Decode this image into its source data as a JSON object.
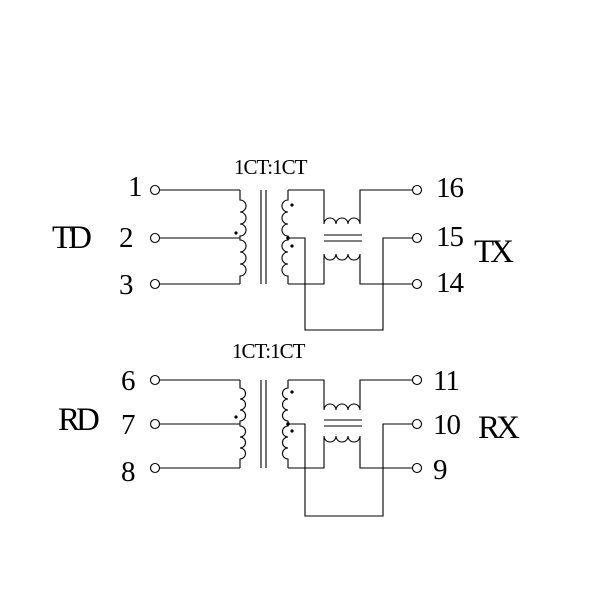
{
  "blocks": [
    {
      "id": "td",
      "ratio": "1CT:1CT",
      "left_label": "TD",
      "right_label": "TX",
      "left_pins": [
        "1",
        "2",
        "3"
      ],
      "right_pins": [
        "16",
        "15",
        "14"
      ]
    },
    {
      "id": "rd",
      "ratio": "1CT:1CT",
      "left_label": "RD",
      "right_label": "RX",
      "left_pins": [
        "6",
        "7",
        "8"
      ],
      "right_pins": [
        "11",
        "10",
        "9"
      ]
    }
  ]
}
